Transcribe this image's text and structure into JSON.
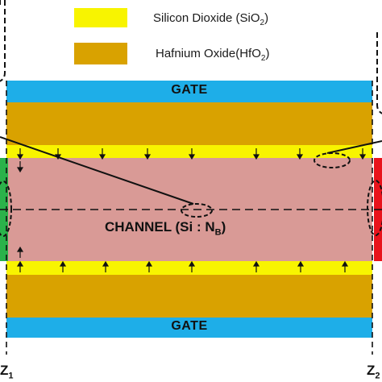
{
  "legend": {
    "items": [
      {
        "label_main": "Silicon Dioxide (SiO",
        "label_sub": "2",
        "label_end": ")",
        "color": "#f8f400"
      },
      {
        "label_main": "Hafnium Oxide(HfO",
        "label_sub": "2",
        "label_end": ")",
        "color": "#d9a200"
      }
    ]
  },
  "device": {
    "gate_top_label": "GATE",
    "gate_bottom_label": "GATE",
    "channel_label_main": "CHANNEL (Si : N",
    "channel_label_sub": "B",
    "channel_label_end": ")",
    "z_left_main": "Z",
    "z_left_sub": "1",
    "z_right_main": "Z",
    "z_right_sub": "2"
  },
  "colors": {
    "gate": "#1eaee8",
    "hfo2": "#d9a200",
    "sio2": "#f8f400",
    "channel": "#d99a96",
    "source": "#2bb24a",
    "drain": "#e8131b",
    "outline": "#111111"
  }
}
